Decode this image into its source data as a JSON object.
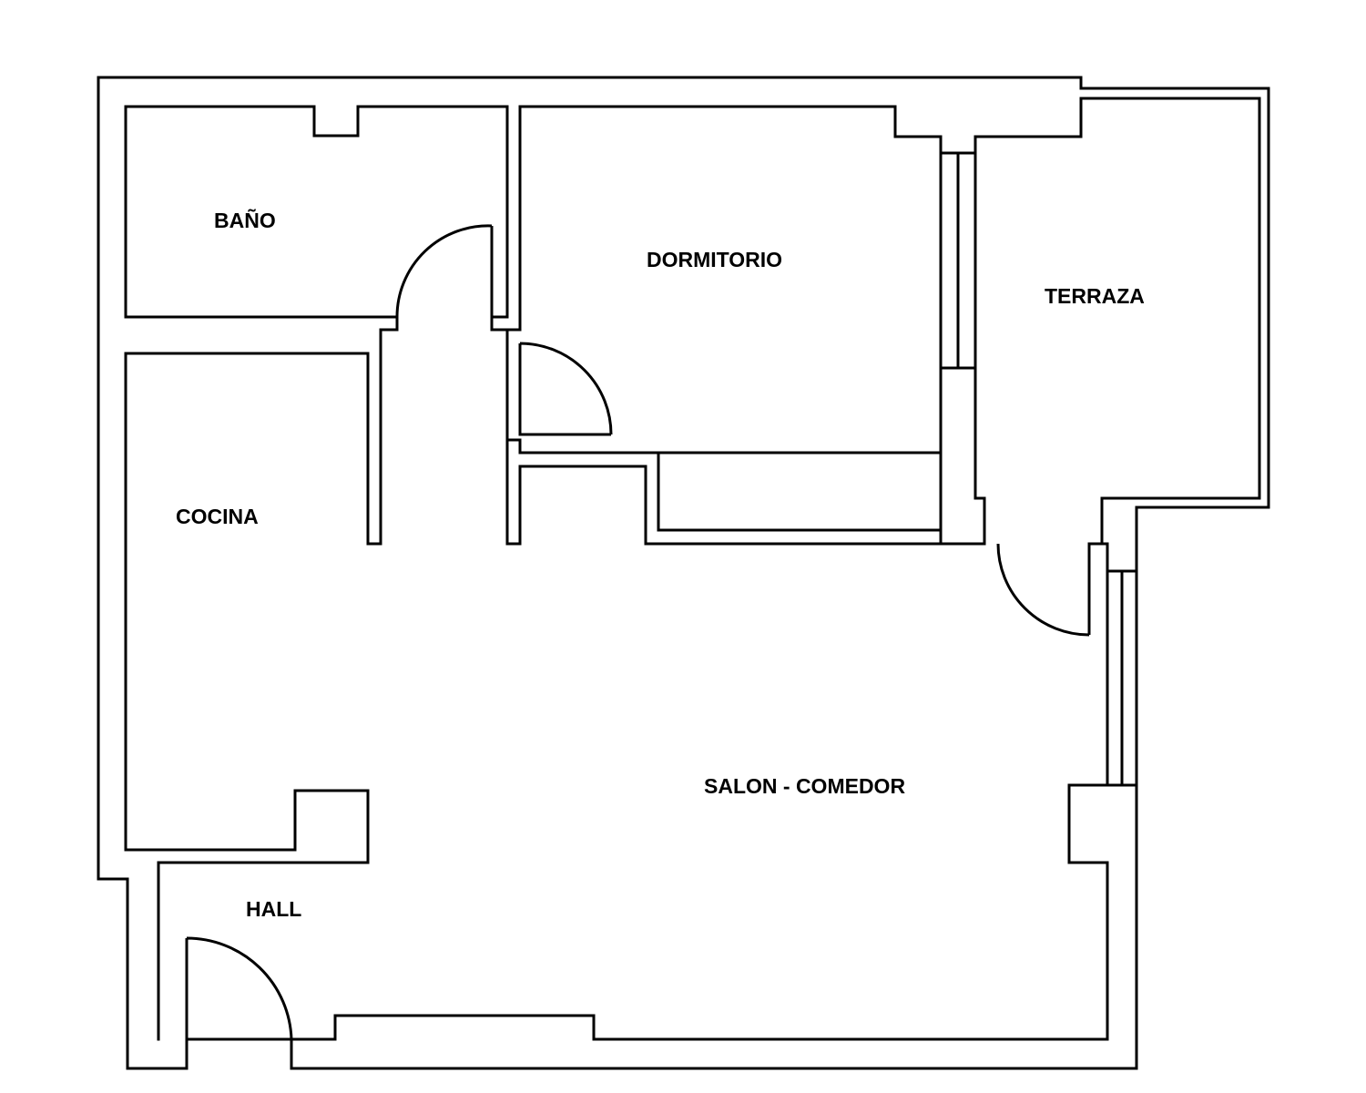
{
  "rooms": {
    "bano": "BAÑO",
    "dormitorio": "DORMITORIO",
    "terraza": "TERRAZA",
    "cocina": "COCINA",
    "salon": "SALON - COMEDOR",
    "hall": "HALL"
  }
}
